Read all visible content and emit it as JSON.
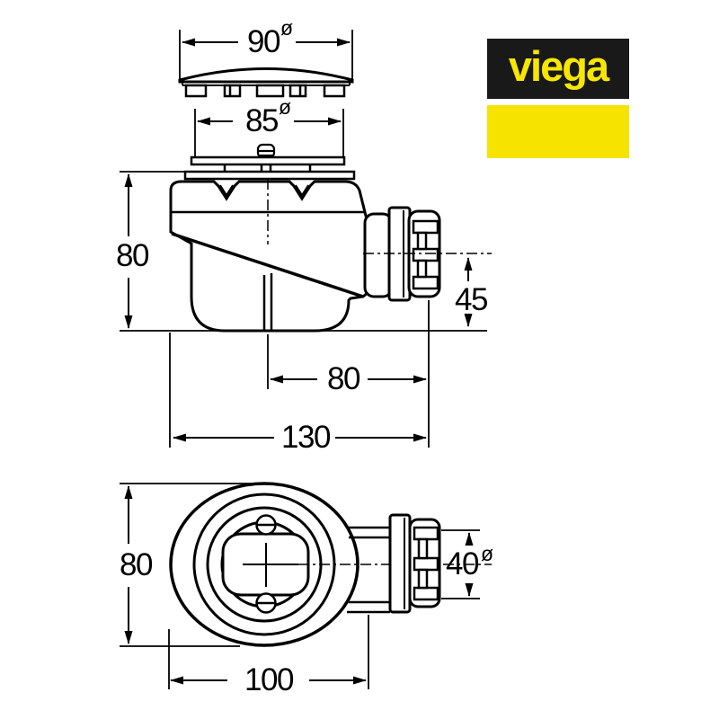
{
  "brand_logo": {
    "text": "viega",
    "text_color": "#F7E600",
    "black_bar_color": "#191919",
    "yellow_bar_color": "#F7E300"
  },
  "drawing": {
    "ink_color": "#000000",
    "background_color": "#FFFFFF",
    "diameter_symbol": "ø",
    "dimensions": {
      "cap_diameter": "90",
      "flange_diameter": "85",
      "body_height_side": "80",
      "outlet_center_to_base": "45",
      "center_to_outlet_end": "80",
      "overall_length": "130",
      "body_height_top": "80",
      "outlet_diameter": "40",
      "body_width_top": "100"
    }
  }
}
